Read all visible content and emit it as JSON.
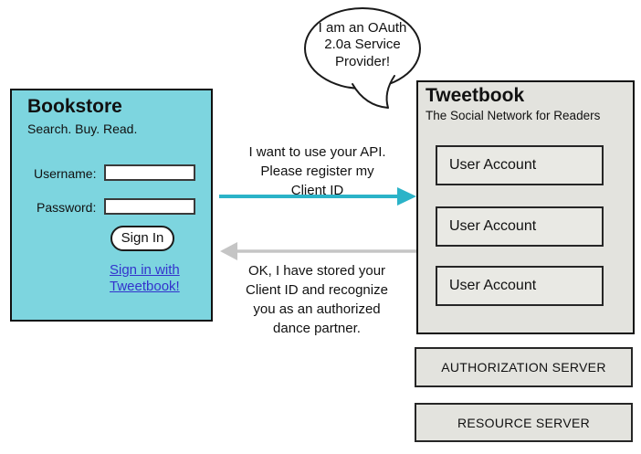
{
  "speech_bubble": {
    "lines": [
      "I am an OAuth",
      "2.0a Service",
      "Provider!"
    ]
  },
  "bookstore": {
    "title": "Bookstore",
    "tagline": "Search. Buy. Read.",
    "username_label": "Username:",
    "username_value": "",
    "password_label": "Password:",
    "password_value": "",
    "sign_in_label": "Sign In",
    "oauth_link_lines": [
      "Sign in with",
      "Tweetbook!"
    ]
  },
  "tweetbook": {
    "title": "Tweetbook",
    "subtitle": "The Social Network for Readers",
    "user_accounts": [
      "User Account",
      "User Account",
      "User Account"
    ]
  },
  "servers": {
    "authorization_label": "AUTHORIZATION SERVER",
    "resource_label": "RESOURCE SERVER"
  },
  "messages": {
    "request_lines": [
      "I want to use your API.",
      "Please register my",
      "Client ID"
    ],
    "response_lines": [
      "OK, I have stored your",
      "Client ID and recognize",
      "you as an authorized",
      "dance partner."
    ]
  },
  "colors": {
    "bookstore_fill": "#7dd5df",
    "tweetbook_fill": "#e3e3de",
    "account_fill": "#e9e9e4",
    "request_arrow": "#2bb3c8",
    "response_arrow": "#c5c5c5",
    "link_blue": "#3333cc",
    "outline": "#101010"
  }
}
